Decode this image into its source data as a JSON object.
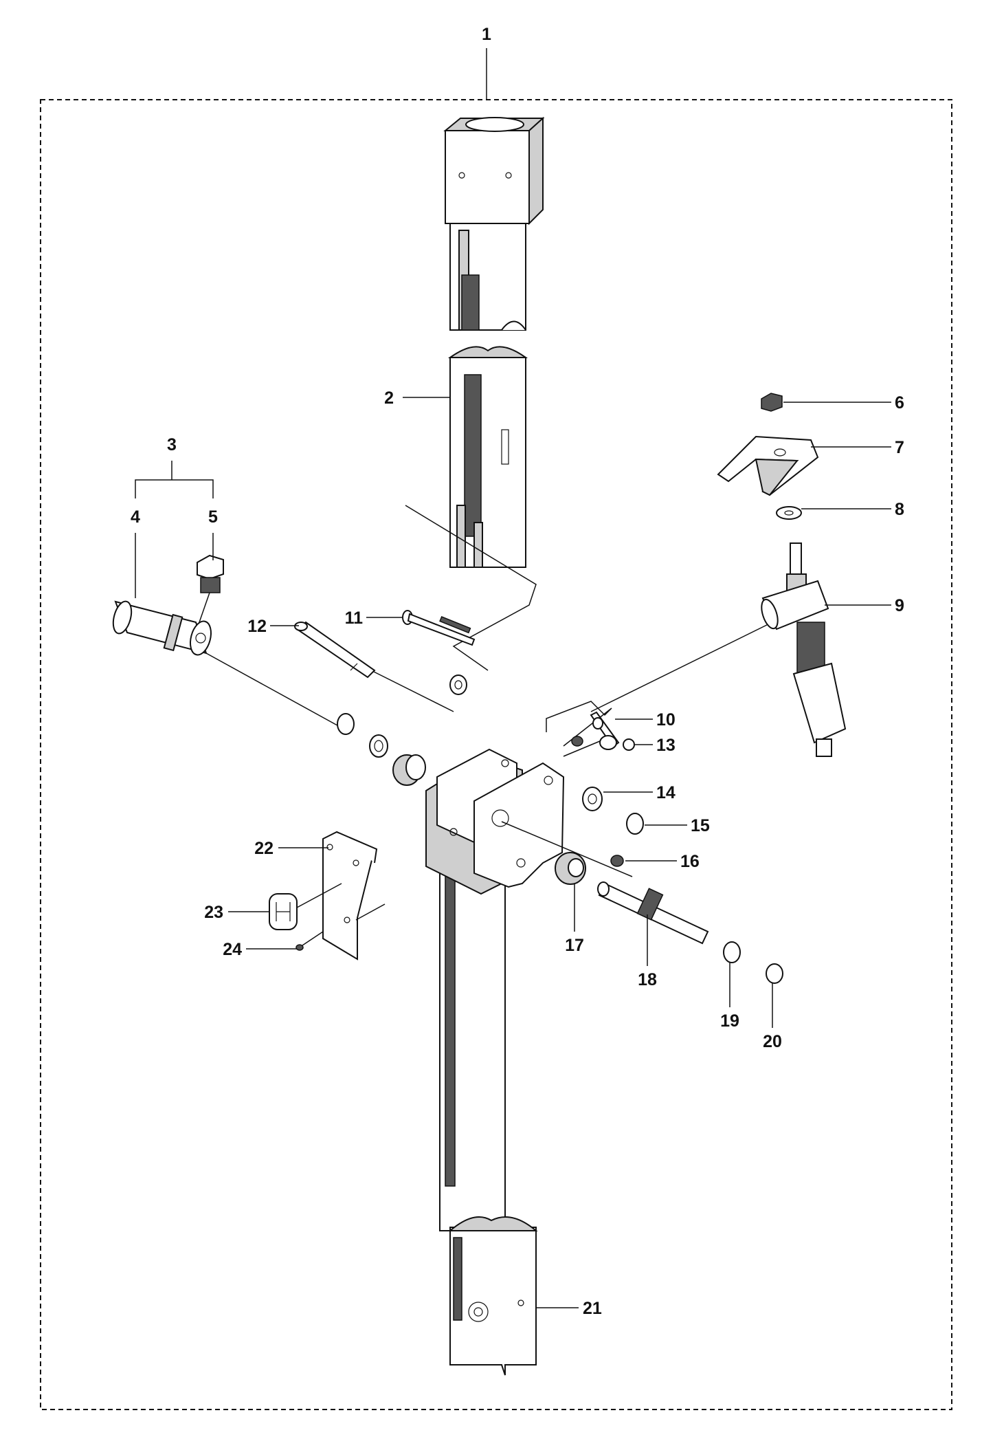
{
  "labels": {
    "l1": "1",
    "l2": "2",
    "l3": "3",
    "l4": "4",
    "l5": "5",
    "l6": "6",
    "l7": "7",
    "l8": "8",
    "l9": "9",
    "l10": "10",
    "l11": "11",
    "l12": "12",
    "l13": "13",
    "l14": "14",
    "l15": "15",
    "l16": "16",
    "l17": "17",
    "l18": "18",
    "l19": "19",
    "l20": "20",
    "l21": "21",
    "l22": "22",
    "l23": "23",
    "l24": "24"
  }
}
